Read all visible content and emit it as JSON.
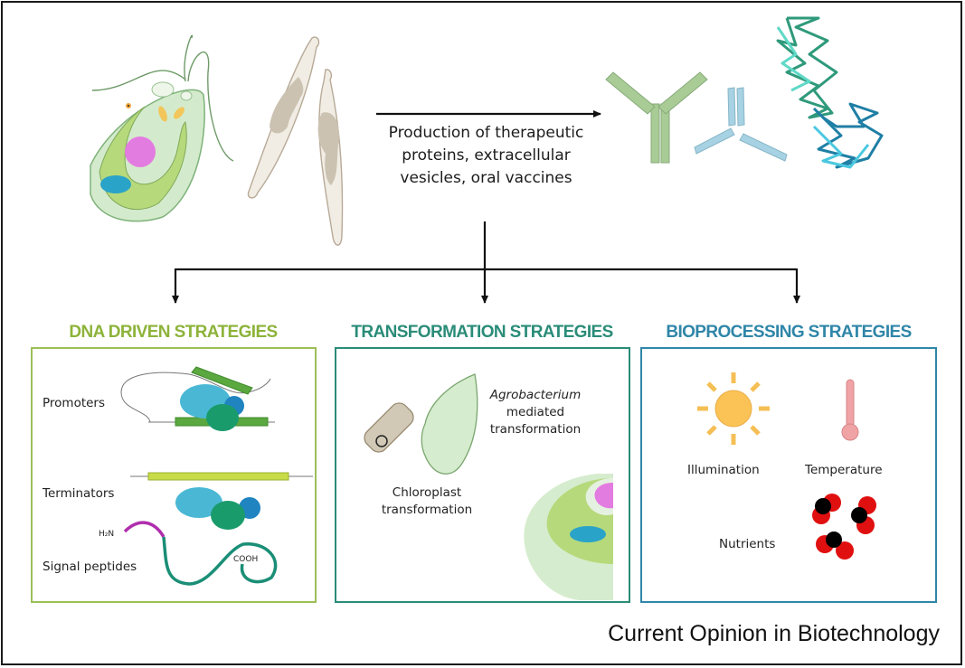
{
  "production": {
    "lines": [
      "Production of therapeutic",
      "proteins, extracellular",
      "vesicles, oral vaccines"
    ]
  },
  "sections": [
    {
      "title": "DNA DRIVEN STRATEGIES",
      "color": "#8db33a",
      "items": [
        "Promoters",
        "Terminators",
        "Signal peptides"
      ],
      "peptide_ends": [
        "H₂N",
        "COOH"
      ]
    },
    {
      "title": "TRANSFORMATION STRATEGIES",
      "color": "#2a8c78",
      "items": [
        {
          "italic": "Agrobacterium",
          "rest": [
            "mediated",
            "transformation"
          ]
        },
        {
          "lines": [
            "Chloroplast",
            "transformation"
          ]
        }
      ]
    },
    {
      "title": "BIOPROCESSING STRATEGIES",
      "color": "#2f86a8",
      "items": [
        "Illumination",
        "Temperature",
        "Nutrients"
      ]
    }
  ],
  "icons": [
    "euglena-cell-icon",
    "diatom-icon",
    "antibody-icon",
    "protein-structure-icon",
    "sun-icon",
    "thermometer-icon",
    "nutrient-molecule-icon"
  ],
  "footer": {
    "journal": "Current Opinion in Biotechnology"
  }
}
